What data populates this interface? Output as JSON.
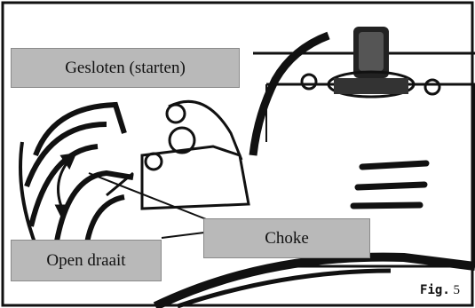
{
  "labels": {
    "closed_starting": "Gesloten (starten)",
    "choke": "Choke",
    "open_running": "Open draait"
  },
  "figure": {
    "prefix": "Fig.",
    "number": "5"
  },
  "colors": {
    "label_fill": "#b9b9b9",
    "line_art": "#111111",
    "background": "#ffffff"
  }
}
